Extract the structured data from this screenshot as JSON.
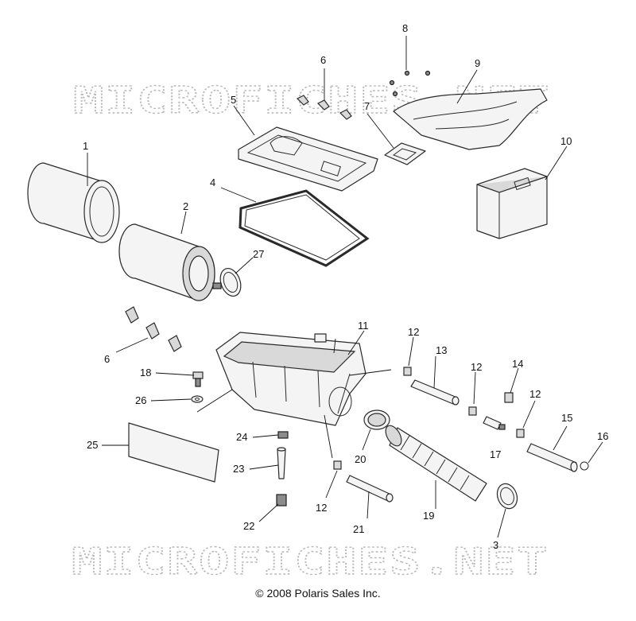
{
  "watermark": {
    "text": "MICROFICHES.NET"
  },
  "callouts": [
    "1",
    "2",
    "3",
    "4",
    "5",
    "6",
    "6",
    "7",
    "8",
    "9",
    "10",
    "11",
    "12",
    "12",
    "12",
    "12",
    "13",
    "14",
    "15",
    "16",
    "17",
    "18",
    "19",
    "20",
    "21",
    "22",
    "23",
    "24",
    "25",
    "26",
    "27"
  ],
  "copyright": "© 2008 Polaris Sales Inc."
}
